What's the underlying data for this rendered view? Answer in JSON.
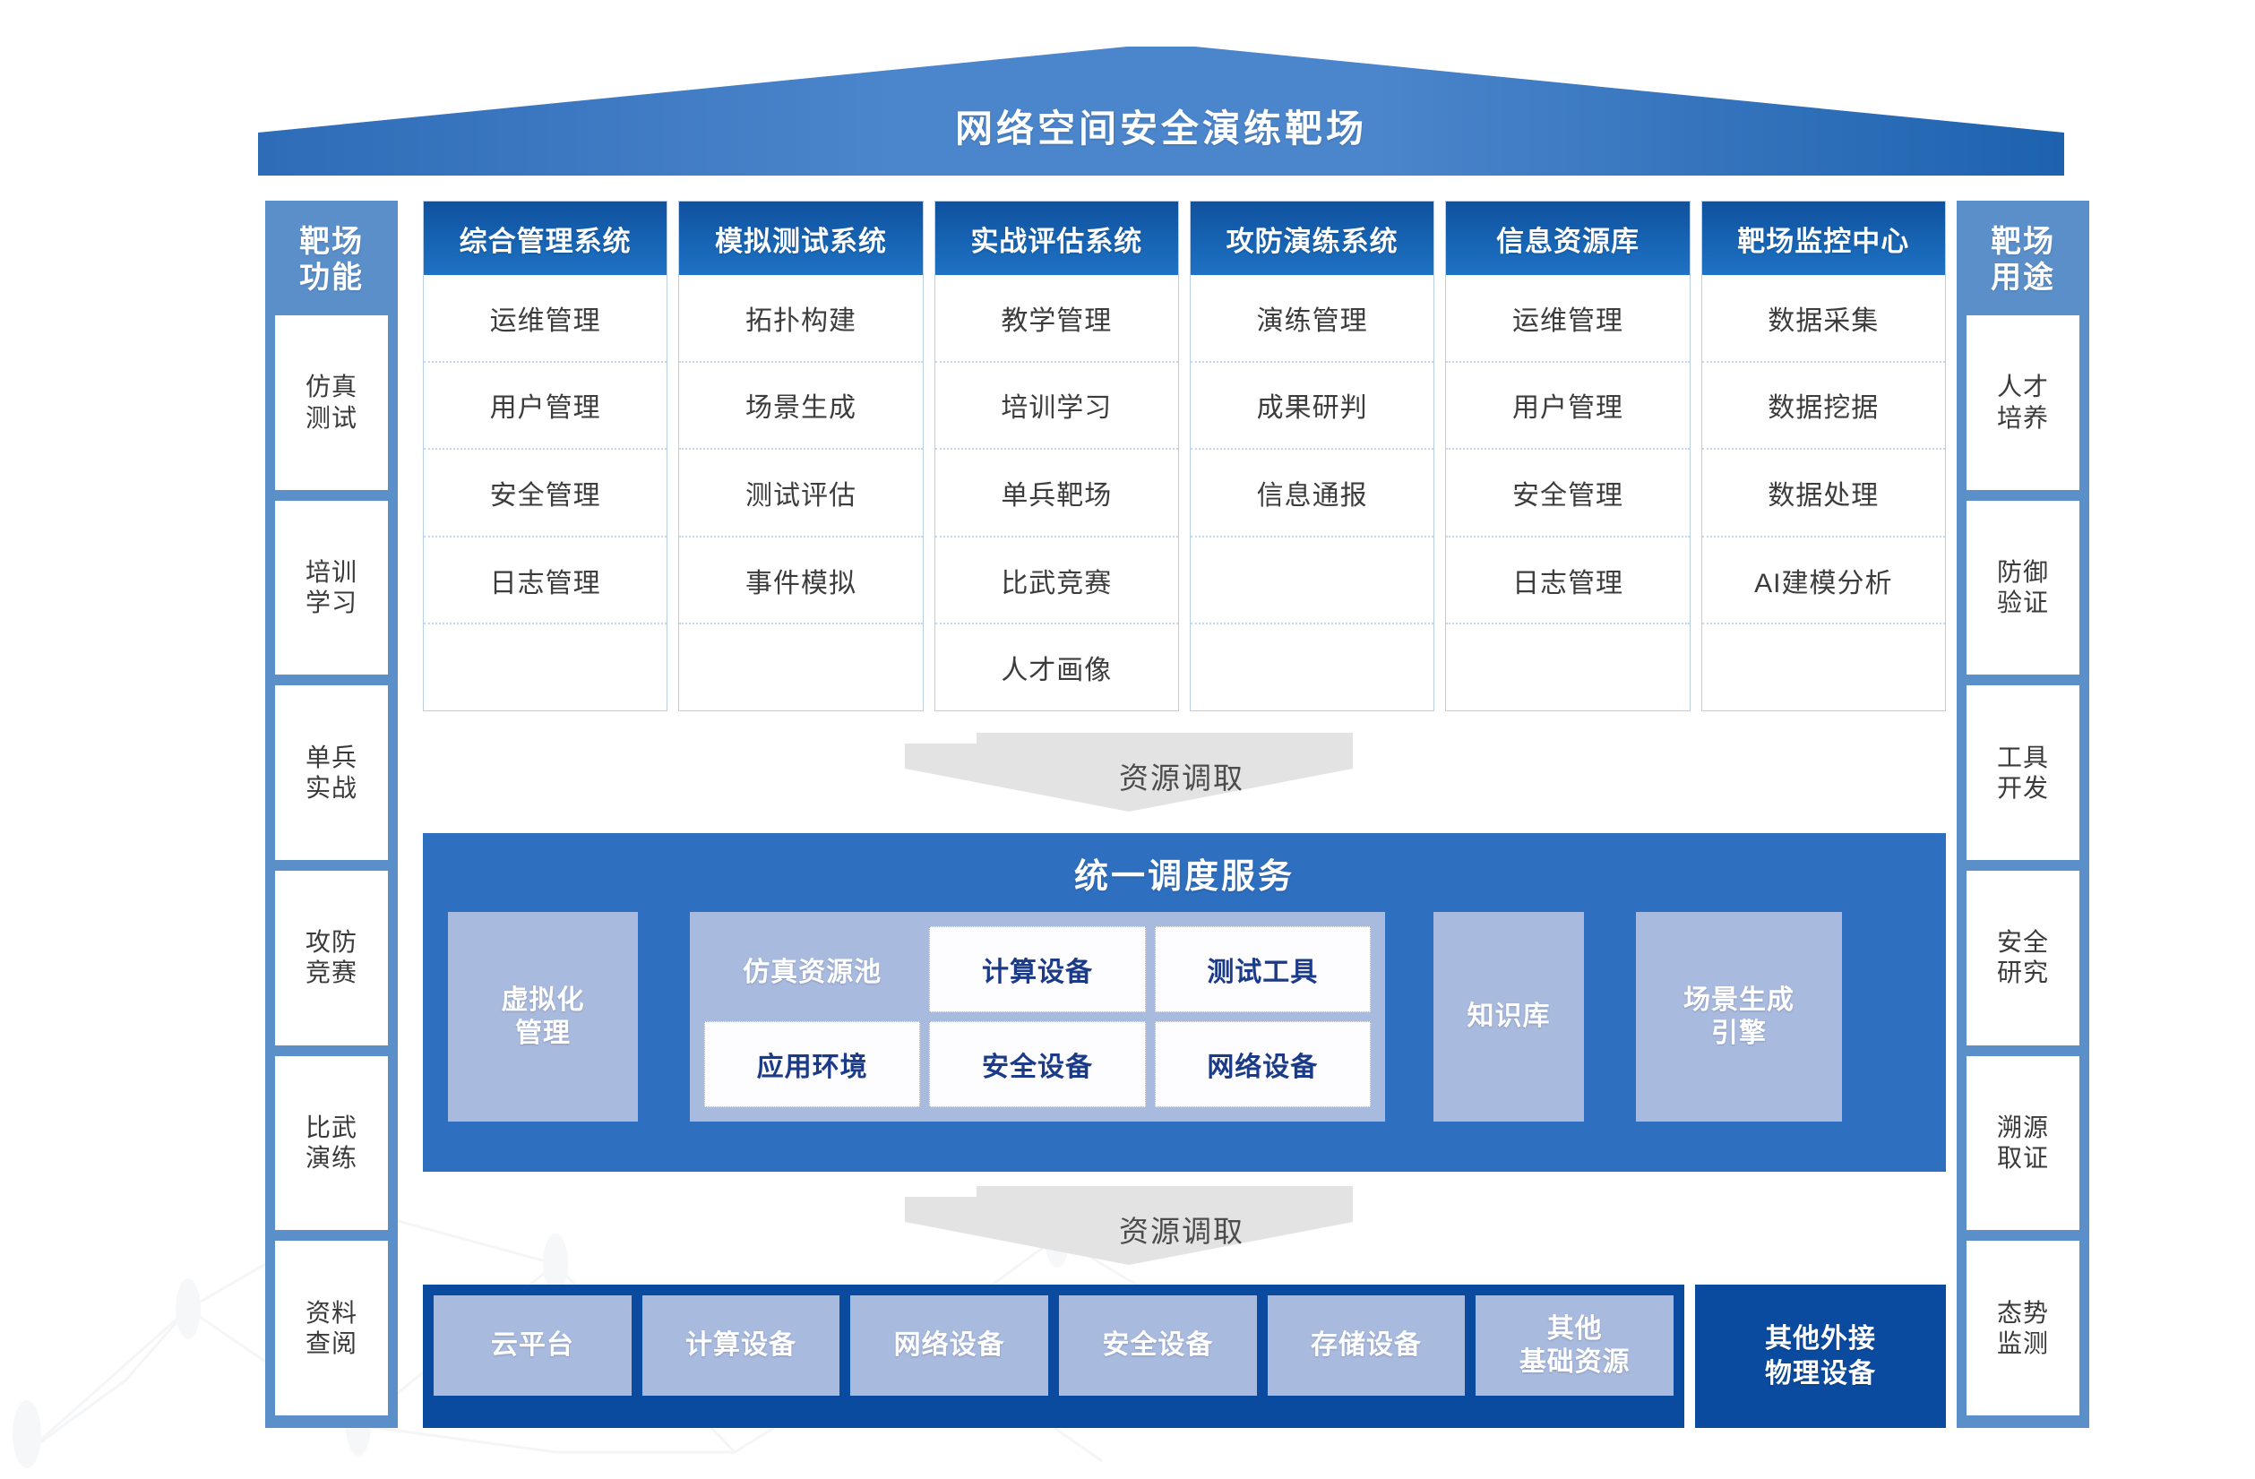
{
  "title": "网络空间安全演练靶场",
  "colors": {
    "roof": "#3f7ac4",
    "sidebar": "#5b8fc9",
    "column_header": "#1764b4",
    "scheduling": "#2f6fc0",
    "sub_box": "#a9badf",
    "infrastructure": "#0a4ba0",
    "arrow": "#e2e2e2",
    "text_dark": "#3c3c3c",
    "text_blue": "#1b3a87"
  },
  "left_sidebar": {
    "title": "靶场\n功能",
    "title_line1": "靶场",
    "title_line2": "功能",
    "items": [
      {
        "line1": "仿真",
        "line2": "测试"
      },
      {
        "line1": "培训",
        "line2": "学习"
      },
      {
        "line1": "单兵",
        "line2": "实战"
      },
      {
        "line1": "攻防",
        "line2": "竞赛"
      },
      {
        "line1": "比武",
        "line2": "演练"
      },
      {
        "line1": "资料",
        "line2": "查阅"
      }
    ]
  },
  "right_sidebar": {
    "title_line1": "靶场",
    "title_line2": "用途",
    "items": [
      {
        "line1": "人才",
        "line2": "培养"
      },
      {
        "line1": "防御",
        "line2": "验证"
      },
      {
        "line1": "工具",
        "line2": "开发"
      },
      {
        "line1": "安全",
        "line2": "研究"
      },
      {
        "line1": "溯源",
        "line2": "取证"
      },
      {
        "line1": "态势",
        "line2": "监测"
      }
    ]
  },
  "systems": [
    {
      "header": "综合管理系统",
      "items": [
        "运维管理",
        "用户管理",
        "安全管理",
        "日志管理",
        ""
      ]
    },
    {
      "header": "模拟测试系统",
      "items": [
        "拓扑构建",
        "场景生成",
        "测试评估",
        "事件模拟",
        ""
      ]
    },
    {
      "header": "实战评估系统",
      "items": [
        "教学管理",
        "培训学习",
        "单兵靶场",
        "比武竞赛",
        "人才画像"
      ]
    },
    {
      "header": "攻防演练系统",
      "items": [
        "演练管理",
        "成果研判",
        "信息通报",
        "",
        ""
      ]
    },
    {
      "header": "信息资源库",
      "items": [
        "运维管理",
        "用户管理",
        "安全管理",
        "日志管理",
        ""
      ]
    },
    {
      "header": "靶场监控中心",
      "items": [
        "数据采集",
        "数据挖据",
        "数据处理",
        "AI建模分析",
        ""
      ]
    }
  ],
  "arrows": [
    {
      "label": "资源调取"
    },
    {
      "label": "资源调取"
    }
  ],
  "scheduling": {
    "title": "统一调度服务",
    "virtualization": {
      "line1": "虚拟化",
      "line2": "管理"
    },
    "pool_label": "仿真资源池",
    "pool_items": [
      "计算设备",
      "测试工具",
      "应用环境",
      "安全设备",
      "网络设备"
    ],
    "knowledge_base": "知识库",
    "scene_engine": {
      "line1": "场景生成",
      "line2": "引擎"
    }
  },
  "infrastructure": {
    "items": [
      {
        "line1": "云平台",
        "line2": ""
      },
      {
        "line1": "计算设备",
        "line2": ""
      },
      {
        "line1": "网络设备",
        "line2": ""
      },
      {
        "line1": "安全设备",
        "line2": ""
      },
      {
        "line1": "存储设备",
        "line2": ""
      },
      {
        "line1": "其他",
        "line2": "基础资源"
      }
    ],
    "external": {
      "line1": "其他外接",
      "line2": "物理设备"
    }
  }
}
